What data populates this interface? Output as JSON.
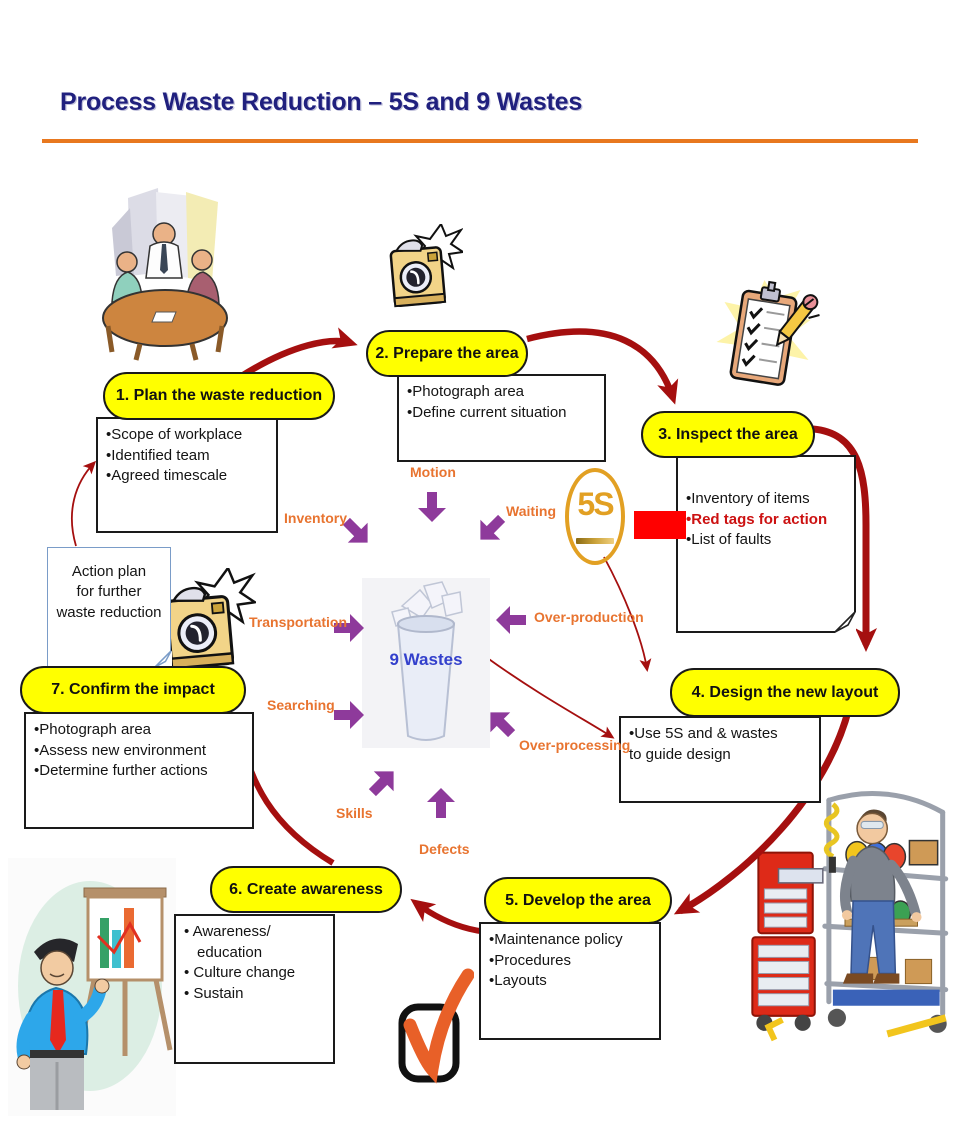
{
  "title": "Process Waste Reduction – 5S and 9 Wastes",
  "steps": [
    {
      "label": "1. Plan the waste reduction",
      "items": [
        "•Scope of workplace",
        "•Identified team",
        "•Agreed timescale"
      ]
    },
    {
      "label": "2. Prepare the area",
      "items": [
        "•Photograph area",
        "•Define current situation"
      ]
    },
    {
      "label": "3. Inspect the area",
      "items": [
        "•Inventory of items",
        "•Red tags for action",
        "•List of faults"
      ]
    },
    {
      "label": "4. Design the new layout",
      "items": [
        "•Use 5S and & wastes",
        "to guide design"
      ]
    },
    {
      "label": "5. Develop the area",
      "items": [
        "•Maintenance policy",
        "•Procedures",
        "•Layouts"
      ]
    },
    {
      "label": "6. Create awareness",
      "items": [
        "• Awareness/",
        "education",
        "• Culture change",
        "• Sustain"
      ]
    },
    {
      "label": "7. Confirm the impact",
      "items": [
        "•Photograph area",
        "•Assess new environment",
        "•Determine further actions"
      ]
    }
  ],
  "action_plan": {
    "lines": [
      "Action plan",
      "for further",
      "waste reduction"
    ]
  },
  "wastes": [
    "Motion",
    "Inventory",
    "Waiting",
    "Transportation",
    "Over-production",
    "Searching",
    "Over-processing",
    "Skills",
    "Defects"
  ],
  "center_label": "9 Wastes",
  "five_s_label": "5S",
  "icons": [
    "meeting-clipart",
    "camera-icon",
    "checklist-clipboard-icon",
    "trash-can-icon",
    "5s-badge",
    "red-tag-swatch",
    "checkmark-icon",
    "presenter-clipart",
    "workshop-clipart"
  ],
  "colors": {
    "title_navy": "#20207E",
    "rule_orange": "#E8781F",
    "pill_yellow": "#FFFF00",
    "maroon": "#A50F0F",
    "purple": "#8E3A9B",
    "orange_label": "#E87430",
    "red": "#FF0000",
    "red_text": "#CC1111",
    "wastes_blue": "#3340CC",
    "gold": "#E2A023"
  }
}
